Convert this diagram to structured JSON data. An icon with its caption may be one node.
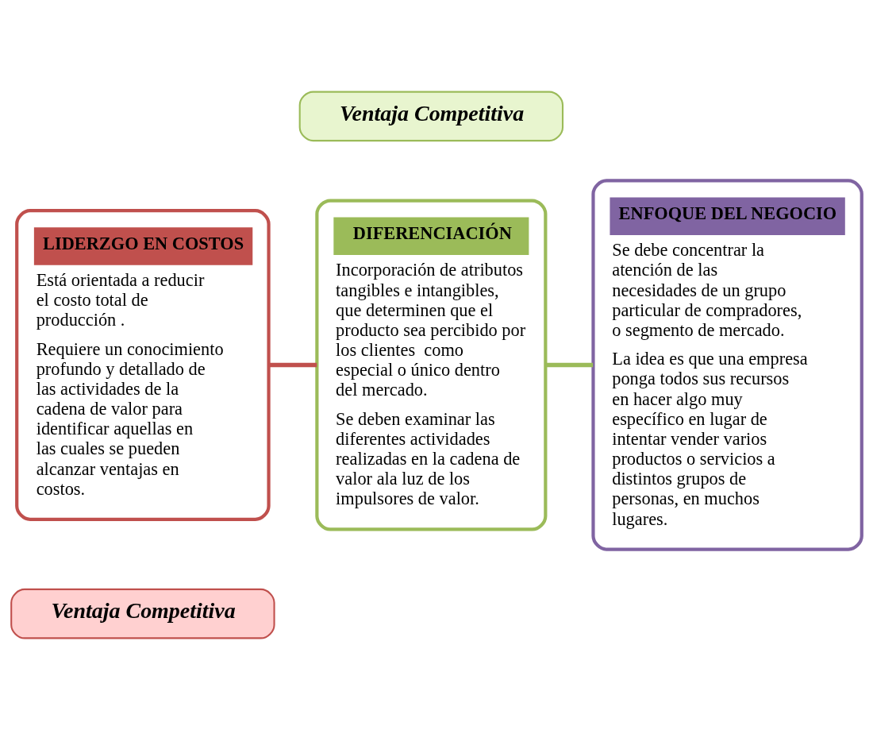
{
  "diagram": {
    "nodes": [
      {
        "text": [
          "Ventaja Competitiva"
        ]
      },
      {
        "text": [
          "LIDERZGO EN COSTOS",
          "Está orientada a reducir el costo total de producción .",
          "Requiere un conocimiento profundo y detallado de las actividades de la cadena de valor para identificar aquellas en las cuales se pueden alcanzar ventajas en costos."
        ]
      },
      {
        "text": [
          "DIFERENCIACIÓN",
          "Incorporación de atributos tangibles e intangibles, que determinen que el producto sea percibido por los clientes  como especial o único dentro del mercado.",
          "Se deben examinar las diferentes actividades realizadas en la cadena de valor ala luz de los impulsores de valor."
        ]
      },
      {
        "text": [
          "ENFOQUE DEL NEGOCIO",
          "Se debe concentrar la atención de las necesidades de un grupo particular de compradores, o segmento de mercado.",
          "La idea es que una empresa ponga todos sus recursos en hacer algo muy específico en lugar de intentar vender varios productos o servicios a distintos grupos de personas, en muchos lugares."
        ]
      },
      {
        "text": [
          "Ventaja Competitiva"
        ]
      }
    ],
    "edges": [
      {
        "from": 1,
        "to": 2,
        "arrow": "none",
        "color": "#c0504d"
      },
      {
        "from": 2,
        "to": 3,
        "arrow": "none",
        "color": "#9bbb59"
      }
    ]
  }
}
